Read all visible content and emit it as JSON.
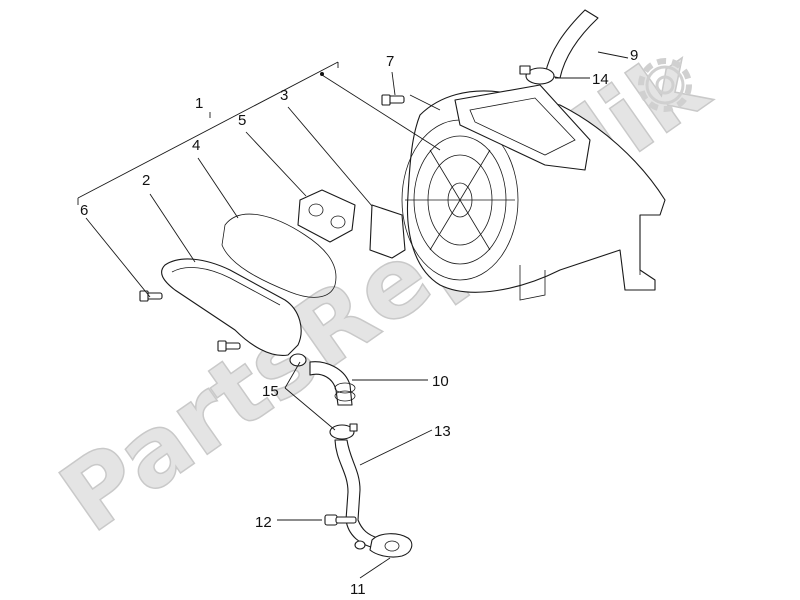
{
  "watermark": {
    "text": "PartsRepublik"
  },
  "callouts": {
    "c1": "1",
    "c2": "2",
    "c3": "3",
    "c4": "4",
    "c5": "5",
    "c6": "6",
    "c7": "7",
    "c9": "9",
    "c10": "10",
    "c11": "11",
    "c12": "12",
    "c13": "13",
    "c14": "14",
    "c15": "15"
  },
  "icons": {
    "logo": "gear-icon"
  },
  "colors": {
    "line": "#1a1a1a",
    "watermark": "#e4e4e4",
    "gear": "#d8d8d8"
  }
}
